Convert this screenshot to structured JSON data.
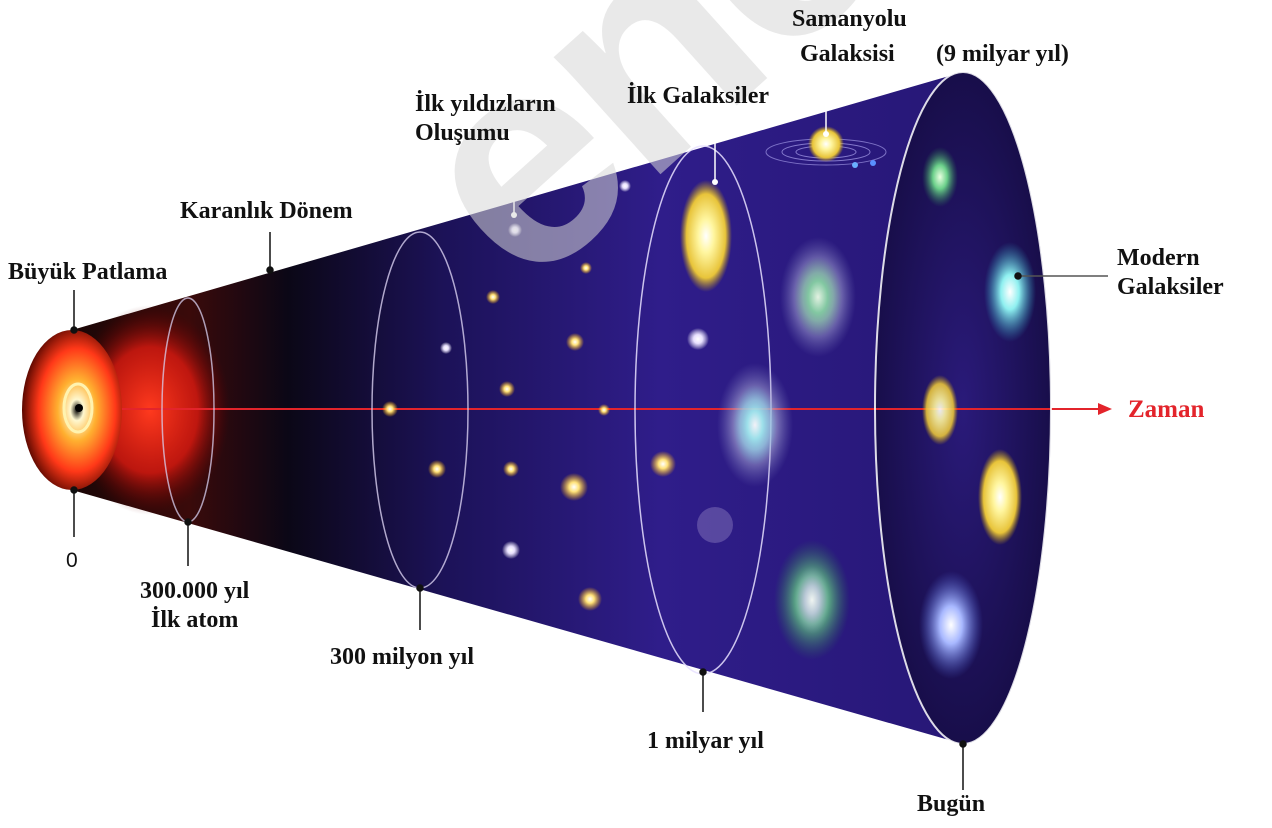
{
  "labels": {
    "big_bang": "Büyük Patlama",
    "dark_age": "Karanlık Dönem",
    "first_stars_line1": "İlk yıldızların",
    "first_stars_line2": "Oluşumu",
    "first_galaxies": "İlk Galaksiler",
    "milky_way_line1": "Samanyolu",
    "milky_way_line2": "Galaksisi",
    "milky_way_age": "(9 milyar yıl)",
    "modern_line1": "Modern",
    "modern_line2": "Galaksiler",
    "time_axis": "Zaman",
    "t0": "0",
    "t1_line1": "300.000 yıl",
    "t1_line2": "İlk atom",
    "t2": "300 milyon yıl",
    "t3": "1 milyar yıl",
    "today": "Bugün"
  },
  "watermark": "ene.com",
  "colors": {
    "cone_dark": "#0b0716",
    "cone_purple": "#2f1d8a",
    "big_bang_red": "#ff2a1a",
    "axis_red": "#e3242b"
  }
}
